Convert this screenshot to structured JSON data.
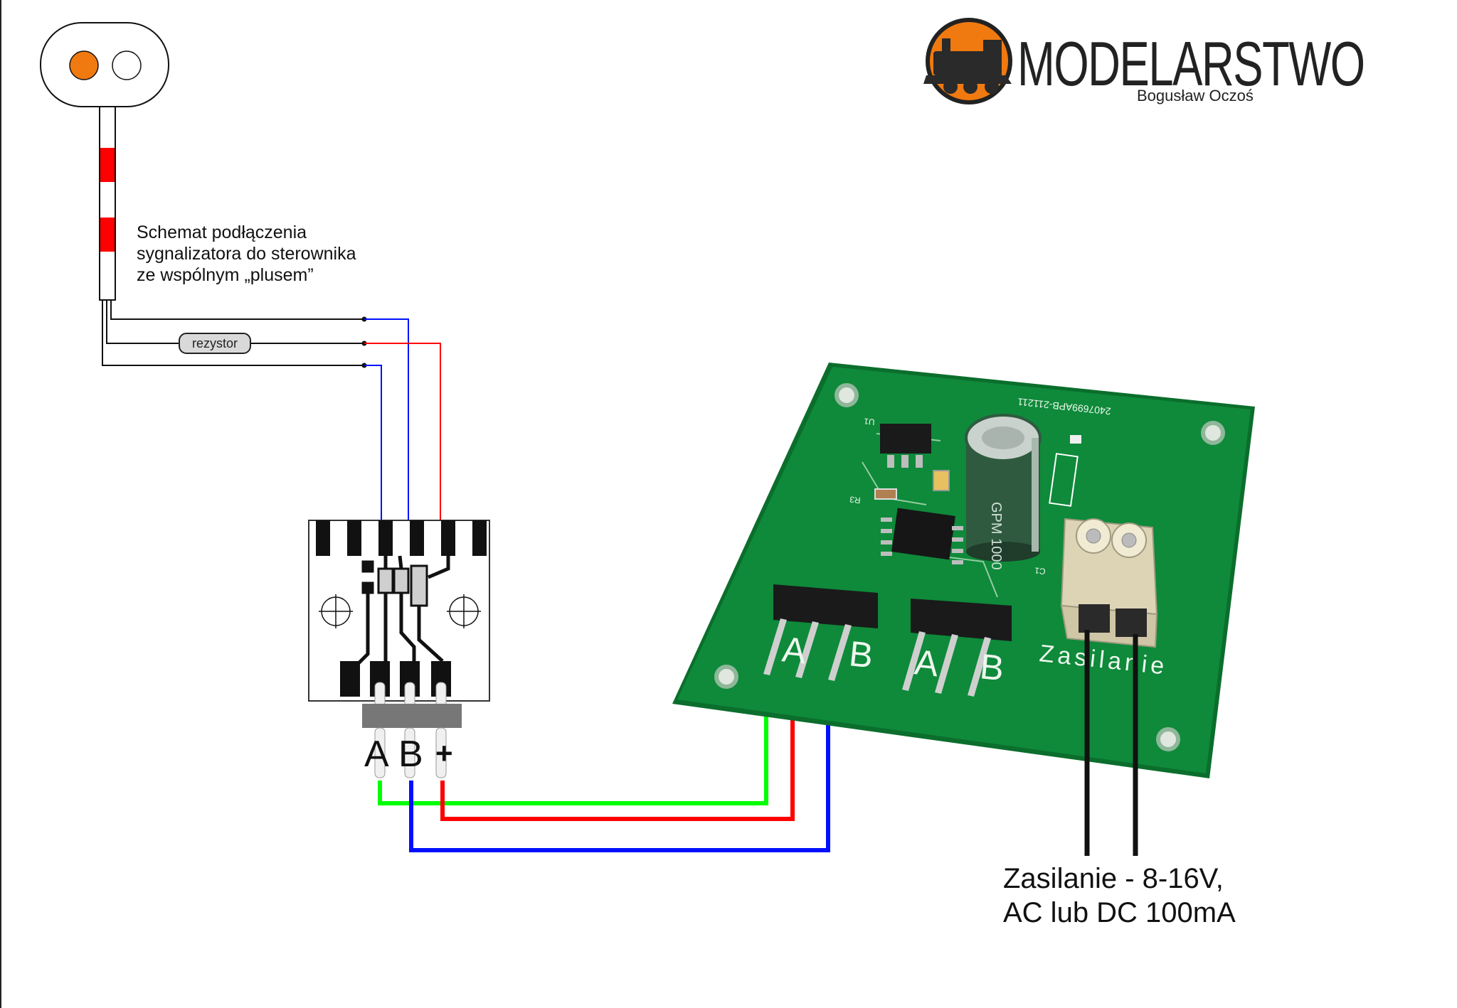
{
  "caption": {
    "line1": "Schemat podłączenia",
    "line2": "sygnalizatora do sterownika",
    "line3": "ze wspólnym „plusem”"
  },
  "resistor_label": "rezystor",
  "adapter_labels": {
    "a": "A",
    "b": "B",
    "plus": "+"
  },
  "board": {
    "header1_a": "A",
    "header1_b": "B",
    "header2_a": "A",
    "header2_b": "B",
    "power_label": "Zasilanie",
    "serial": "2407699APB-211211",
    "ref_u1": "U1",
    "ref_r3": "R3",
    "ref_c1": "C1"
  },
  "capacitor_text": "GPM 1000",
  "power_note": {
    "line1": "Zasilanie - 8-16V,",
    "line2": "AC lub DC 100mA"
  },
  "logo": {
    "brand": "MODELARSTWO",
    "author": "Bogusław Oczoś"
  },
  "colors": {
    "signal_orange": "#f07a10",
    "wire_blue": "#0010ff",
    "wire_red": "#ff0000",
    "wire_green": "#00ff00",
    "pcb_green": "#0e8a3a"
  }
}
